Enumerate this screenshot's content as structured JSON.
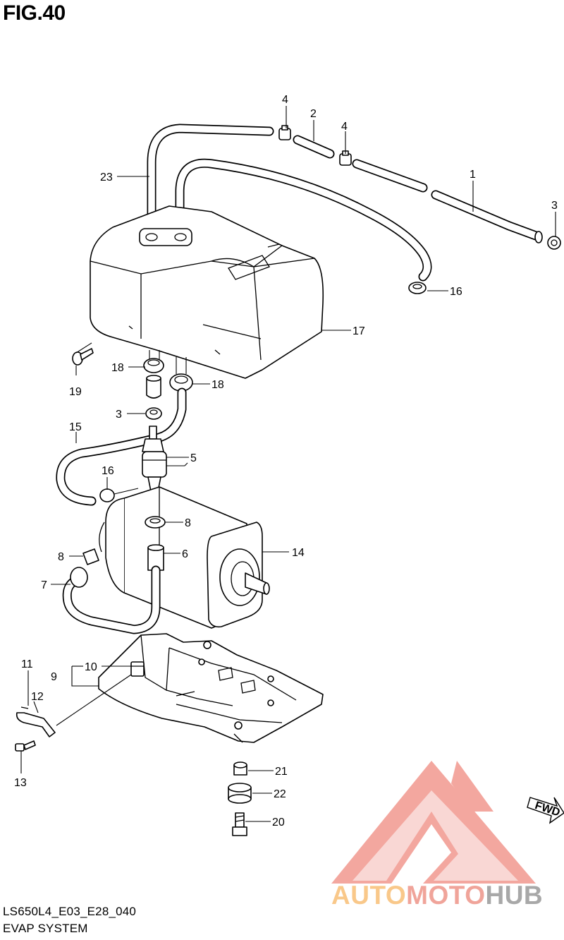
{
  "figure": {
    "title": "FIG.40"
  },
  "callouts": [
    {
      "id": "c1a",
      "label": "4"
    },
    {
      "id": "c2",
      "label": "2"
    },
    {
      "id": "c1b",
      "label": "4"
    },
    {
      "id": "c3",
      "label": "1"
    },
    {
      "id": "c4",
      "label": "3"
    },
    {
      "id": "c5",
      "label": "23"
    },
    {
      "id": "c6",
      "label": "16"
    },
    {
      "id": "c7",
      "label": "17"
    },
    {
      "id": "c8",
      "label": "18"
    },
    {
      "id": "c9",
      "label": "18"
    },
    {
      "id": "c10",
      "label": "19"
    },
    {
      "id": "c11",
      "label": "3"
    },
    {
      "id": "c12",
      "label": "15"
    },
    {
      "id": "c13",
      "label": "5"
    },
    {
      "id": "c14",
      "label": "16"
    },
    {
      "id": "c15",
      "label": "8"
    },
    {
      "id": "c16",
      "label": "8"
    },
    {
      "id": "c17",
      "label": "6"
    },
    {
      "id": "c18",
      "label": "14"
    },
    {
      "id": "c19",
      "label": "7"
    },
    {
      "id": "c20",
      "label": "11"
    },
    {
      "id": "c21",
      "label": "10"
    },
    {
      "id": "c22",
      "label": "9"
    },
    {
      "id": "c23",
      "label": "12"
    },
    {
      "id": "c24",
      "label": "13"
    },
    {
      "id": "c25",
      "label": "21"
    },
    {
      "id": "c26",
      "label": "22"
    },
    {
      "id": "c27",
      "label": "20"
    }
  ],
  "fwd_arrow": {
    "label": "FWD"
  },
  "footer": {
    "code": "LS650L4_E03_E28_040",
    "caption": "EVAP SYSTEM"
  },
  "watermark": {
    "part1": "AUTO",
    "part2": "MOTO",
    "part3": "HUB",
    "colors": {
      "auto": "#f9c88a",
      "moto": "#f0a49a",
      "hub": "#a8a8a8",
      "logo": "#f08a80"
    }
  }
}
